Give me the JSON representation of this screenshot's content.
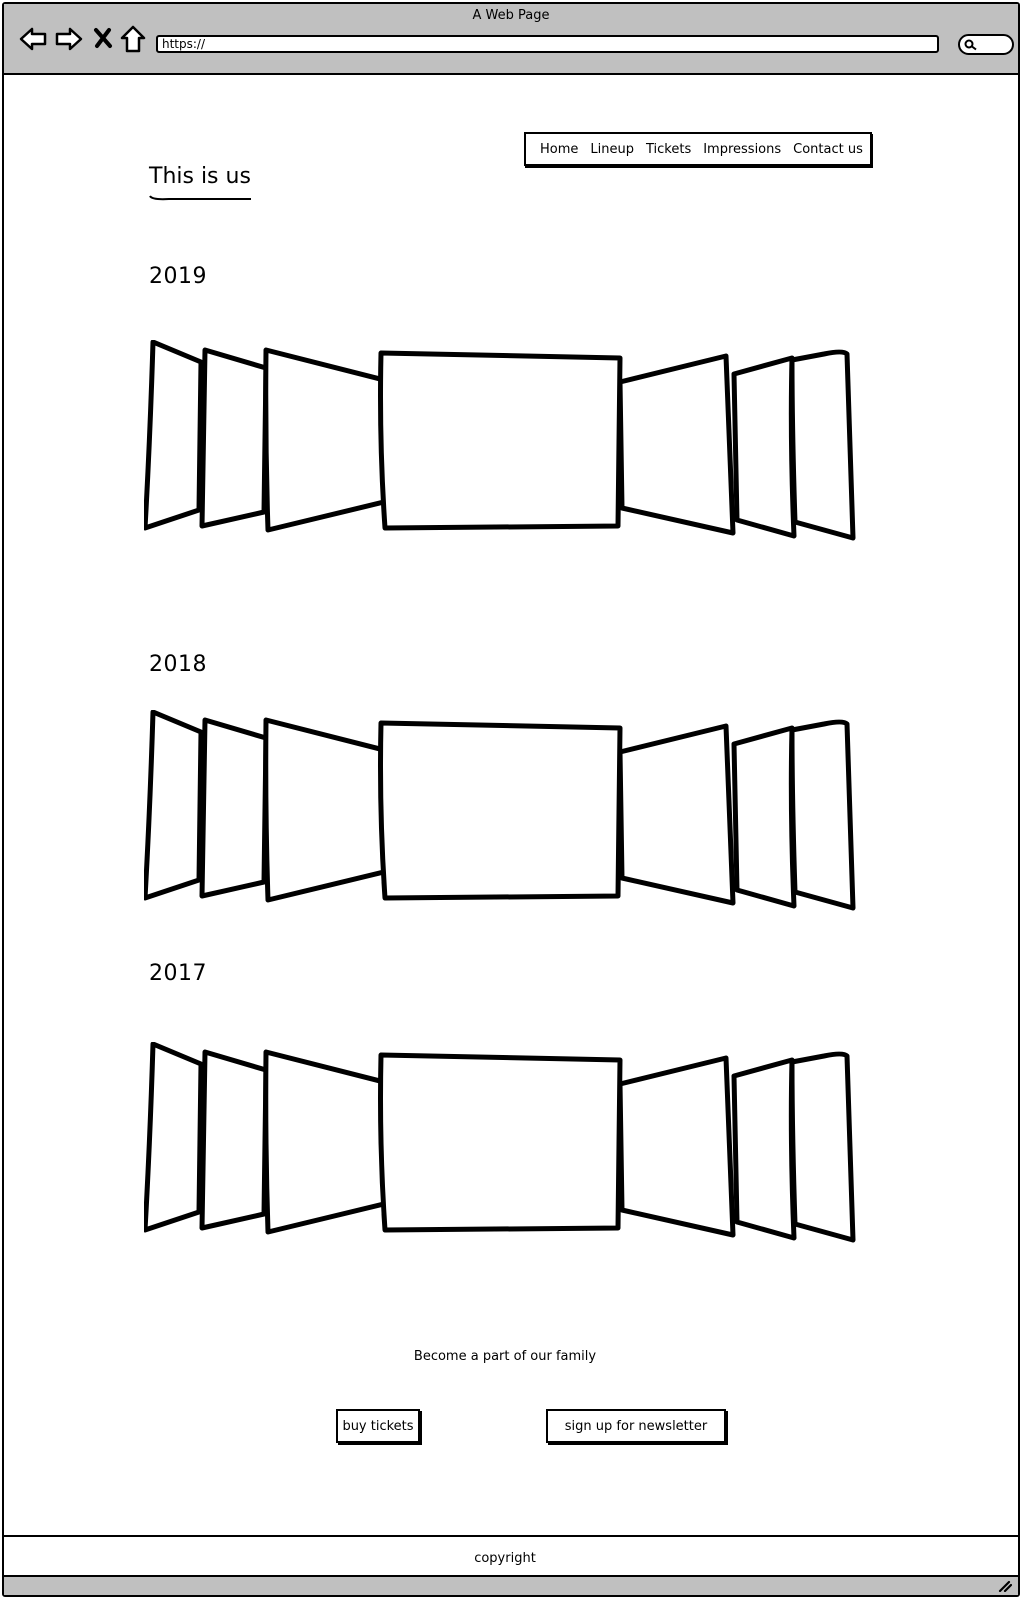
{
  "window": {
    "title": "A Web Page"
  },
  "browser": {
    "url": "https://",
    "icons": [
      "back-arrow-icon",
      "forward-arrow-icon",
      "stop-icon",
      "home-icon",
      "search-icon",
      "resize-grip-icon"
    ]
  },
  "nav": {
    "items": [
      "Home",
      "Lineup",
      "Tickets",
      "Impressions",
      "Contact us"
    ]
  },
  "page": {
    "title": "This is us"
  },
  "sections": [
    {
      "year": "2019"
    },
    {
      "year": "2018"
    },
    {
      "year": "2017"
    }
  ],
  "cta": {
    "text": "Become a part of our family",
    "buy_label": "buy tickets",
    "newsletter_label": "sign up for newsletter"
  },
  "footer": {
    "text": "copyright"
  },
  "colors": {
    "chrome": "#c0c0c0",
    "ink": "#000000",
    "background": "#ffffff"
  }
}
